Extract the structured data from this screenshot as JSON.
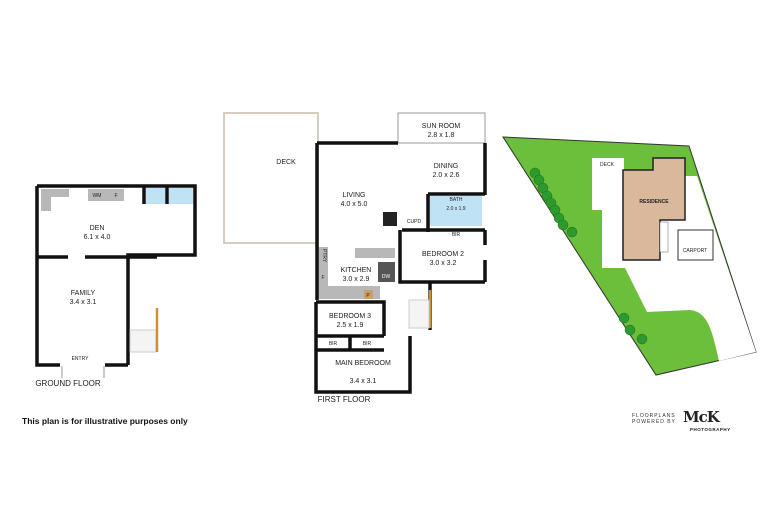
{
  "ground_floor": {
    "title": "GROUND FLOOR",
    "rooms": [
      {
        "name": "DEN",
        "size": "6.1 x 4.0"
      },
      {
        "name": "FAMILY",
        "size": "3.4 x 3.1"
      }
    ],
    "labels": {
      "entry": "ENTRY",
      "wm": "WM",
      "f": "F"
    }
  },
  "first_floor": {
    "title": "FIRST FLOOR",
    "rooms": [
      {
        "name": "SUN ROOM",
        "size": "2.8 x 1.8"
      },
      {
        "name": "DINING",
        "size": "2.0 x 2.6"
      },
      {
        "name": "LIVING",
        "size": "4.0 x 5.0"
      },
      {
        "name": "BATH",
        "size": "2.0 x 1.9"
      },
      {
        "name": "BEDROOM 2",
        "size": "3.0 x 3.2"
      },
      {
        "name": "KITCHEN",
        "size": "3.0 x 2.9"
      },
      {
        "name": "BEDROOM 3",
        "size": "2.5 x 1.9"
      },
      {
        "name": "MAIN BEDROOM",
        "size": "3.4 x 3.1"
      }
    ],
    "labels": {
      "deck": "DECK",
      "cupd": "CUPD",
      "bir": "BIR",
      "ptry": "PTRY",
      "f": "F",
      "dw": "DW",
      "p": "P"
    }
  },
  "site_plan": {
    "labels": {
      "deck": "DECK",
      "residence": "RESIDENCE",
      "carport": "CARPORT"
    },
    "colors": {
      "lawn": "#6bbf3a",
      "residence": "#d9b89c",
      "trees": "#2e9a2e"
    }
  },
  "footer": {
    "disclaimer": "This plan is for illustrative purposes only",
    "brand_line1": "FLOORPLANS",
    "brand_line2": "POWERED BY",
    "brand_logo": "McK",
    "brand_logo_sub": "PHOTOGRAPHY"
  },
  "colors": {
    "wet_area": "#bfe3f5",
    "fixtures": "#b8b8b8",
    "stair_rail": "#c8923a"
  }
}
